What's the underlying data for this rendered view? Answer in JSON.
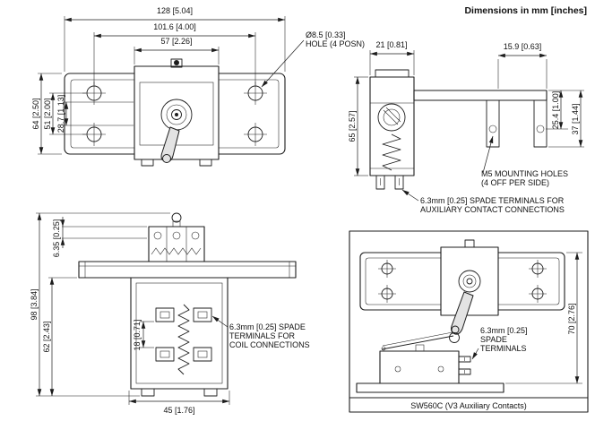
{
  "header": {
    "units_note": "Dimensions in mm [inches]"
  },
  "style": {
    "ink": "#1c1c1c",
    "background": "#ffffff"
  },
  "front_view": {
    "dim_overall_width": "128 [5.04]",
    "dim_hole_pitch_h": "101.6 [4.00]",
    "dim_body_width": "57 [2.26]",
    "dim_overall_height": "64 [2.50]",
    "dim_hole_pitch_v": "51 [2.00]",
    "dim_inner_height": "28.7 [1.13]",
    "hole_note_line1": "Ø8.5 [0.33]",
    "hole_note_line2": "HOLE (4 POSN)"
  },
  "side_view": {
    "dim_body_depth": "21 [0.81]",
    "dim_flange_offset": "15.9 [0.63]",
    "dim_overall_height": "65 [2.57]",
    "dim_hole_height": "25.4 [1.00]",
    "dim_flange_height": "37 [1.44]",
    "m5_note_line1": "M5 MOUNTING HOLES",
    "m5_note_line2": "(4 OFF PER SIDE)",
    "aux_note_line1": "6.3mm [0.25] SPADE TERMINALS FOR",
    "aux_note_line2": "AUXILIARY CONTACT CONNECTIONS"
  },
  "lower_view": {
    "dim_spade_thickness": "6.35 [0.25]",
    "dim_overall_height": "98 [3.84]",
    "dim_lower_height": "62 [2.43]",
    "dim_terminal_gap": "18 [0.71]",
    "dim_body_width": "45 [1.76]",
    "coil_note_line1": "6.3mm [0.25] SPADE",
    "coil_note_line2": "TERMINALS FOR",
    "coil_note_line3": "COIL CONNECTIONS"
  },
  "aux_view": {
    "dim_switch_height": "70 [2.76]",
    "spade_note_line1": "6.3mm [0.25]",
    "spade_note_line2": "SPADE",
    "spade_note_line3": "TERMINALS",
    "caption": "SW560C (V3 Auxiliary Contacts)"
  }
}
